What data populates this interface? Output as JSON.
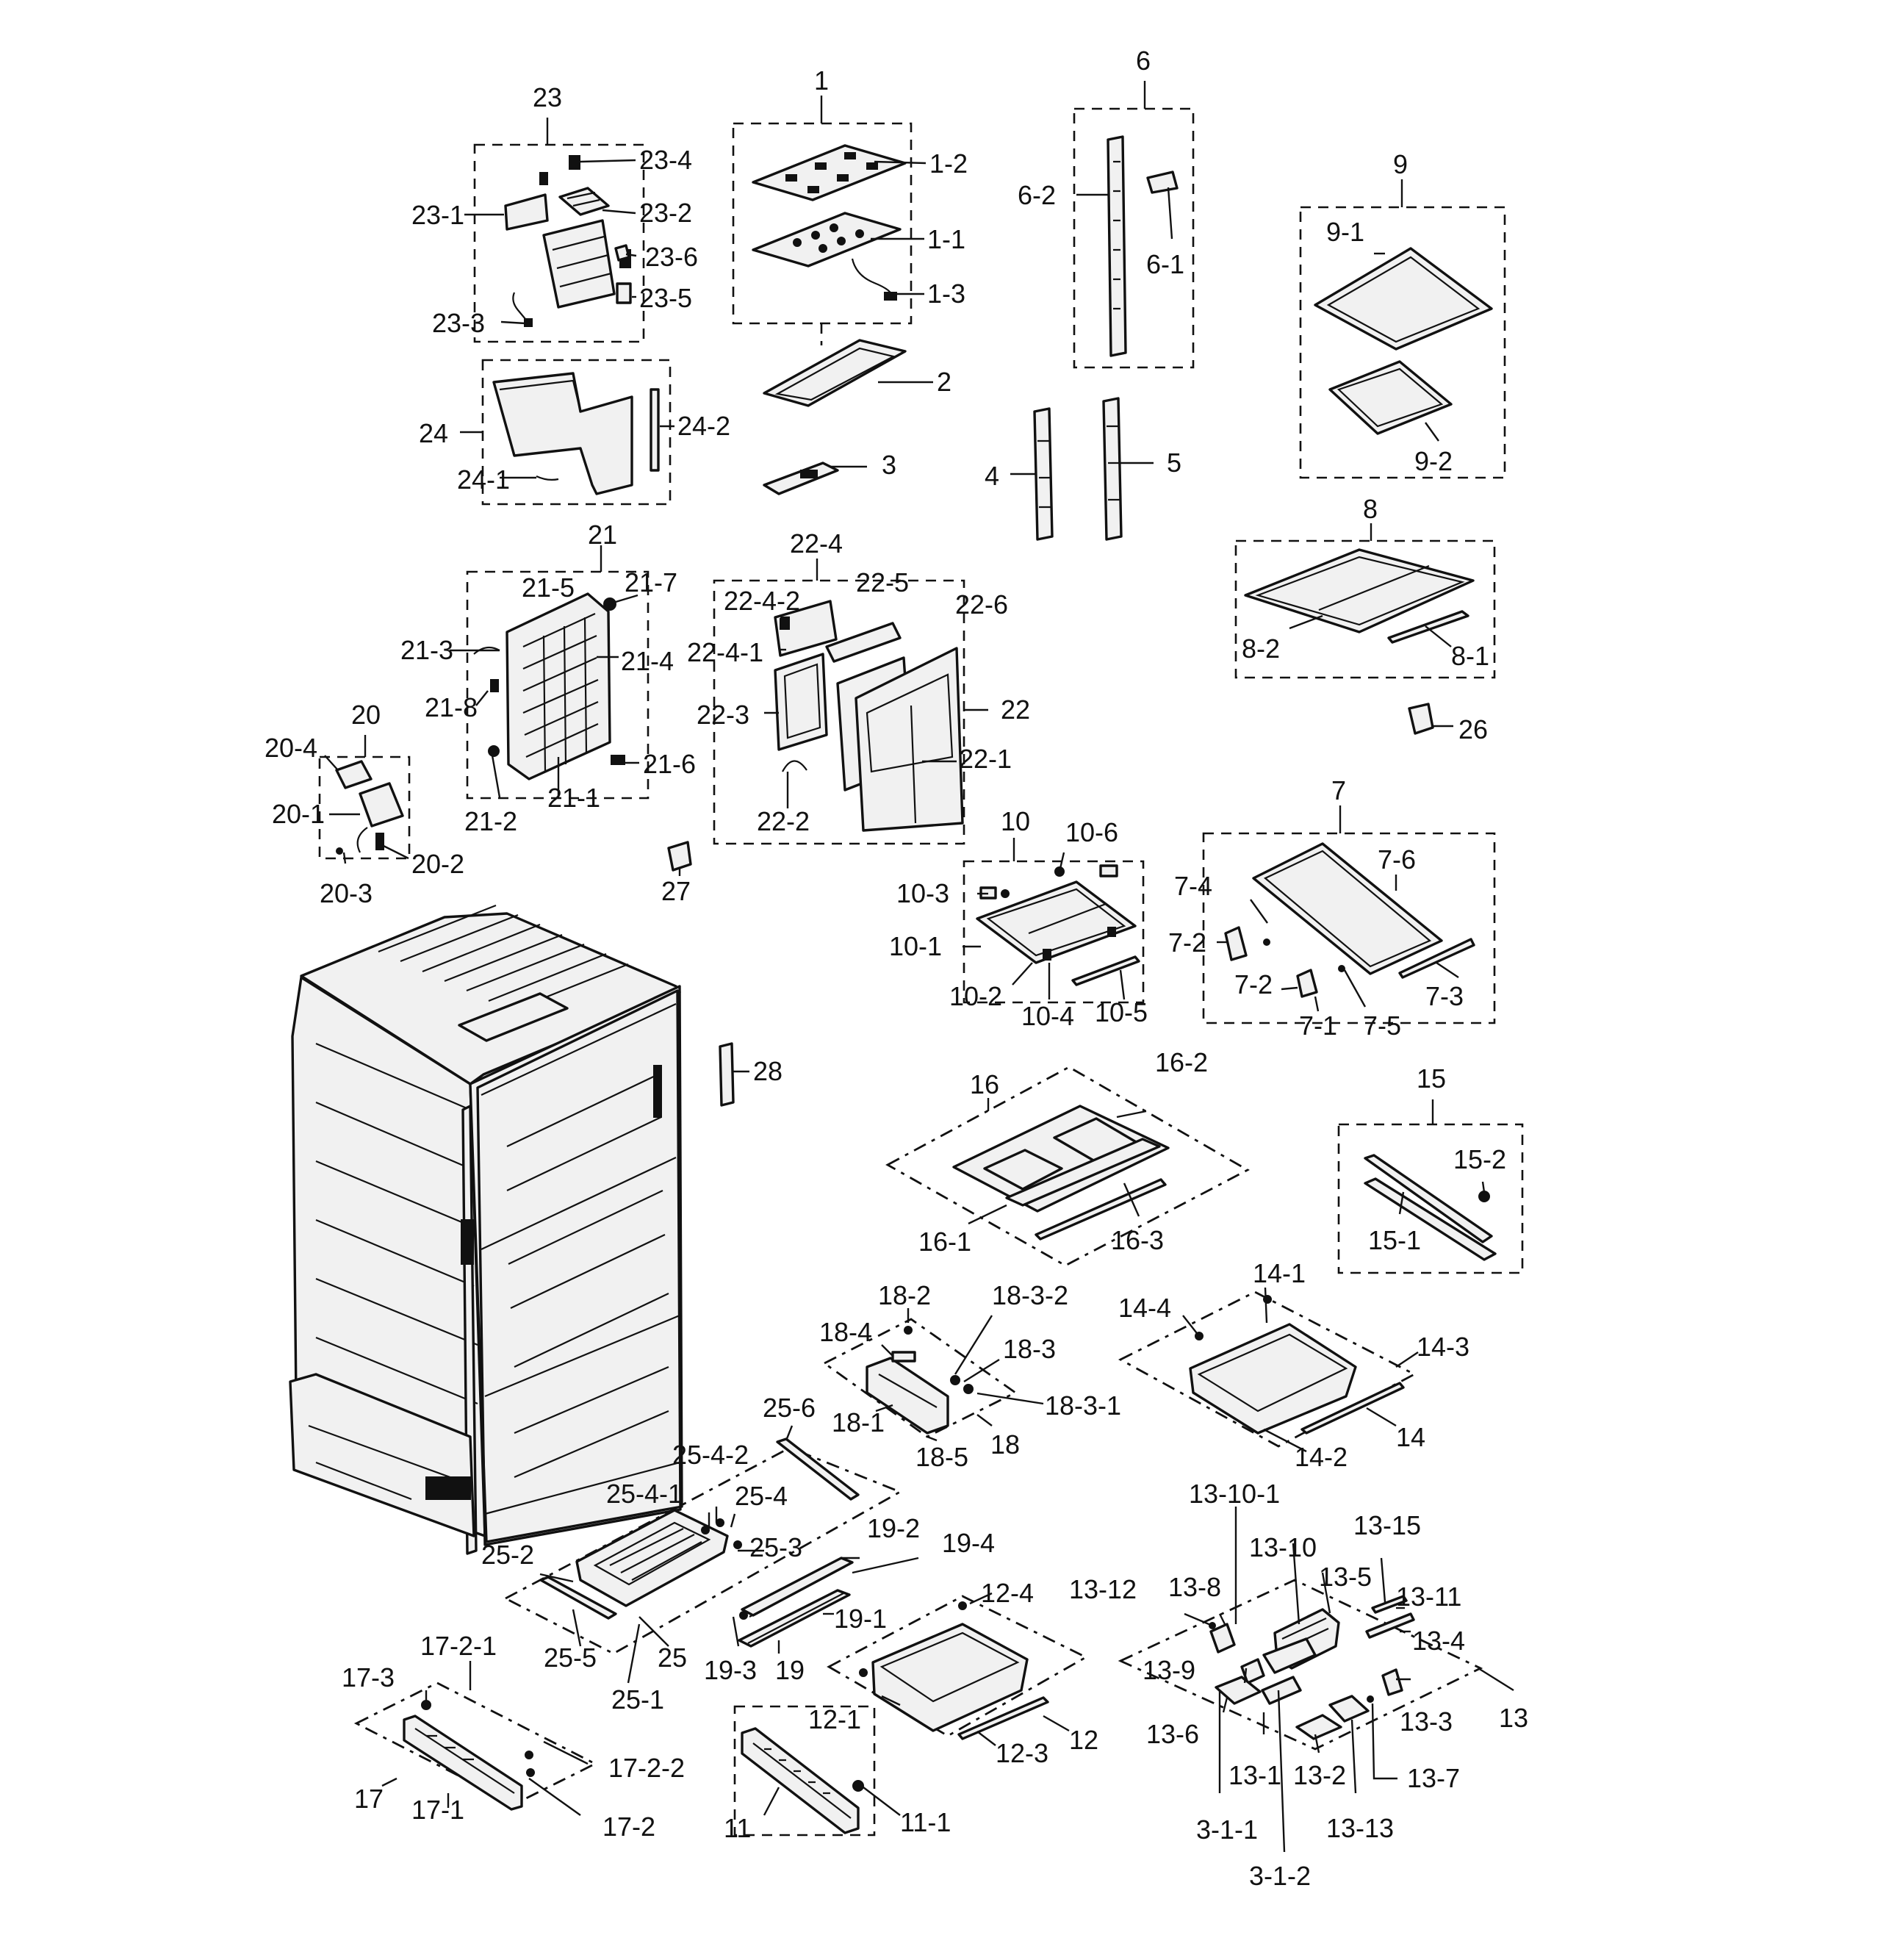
{
  "diagram": {
    "labels": {
      "l23": "23",
      "l23_1": "23-1",
      "l23_2": "23-2",
      "l23_3": "23-3",
      "l23_4": "23-4",
      "l23_5": "23-5",
      "l23_6": "23-6",
      "l24": "24",
      "l24_1": "24-1",
      "l24_2": "24-2",
      "l1": "1",
      "l1_1": "1-1",
      "l1_2": "1-2",
      "l1_3": "1-3",
      "l2": "2",
      "l3": "3",
      "l6": "6",
      "l6_1": "6-1",
      "l6_2": "6-2",
      "l4": "4",
      "l5": "5",
      "l9": "9",
      "l9_1": "9-1",
      "l9_2": "9-2",
      "l8": "8",
      "l8_1": "8-1",
      "l8_2": "8-2",
      "l26": "26",
      "l21": "21",
      "l21_1": "21-1",
      "l21_2": "21-2",
      "l21_3": "21-3",
      "l21_4": "21-4",
      "l21_5": "21-5",
      "l21_6": "21-6",
      "l21_7": "21-7",
      "l21_8": "21-8",
      "l22": "22",
      "l22_1": "22-1",
      "l22_2": "22-2",
      "l22_3": "22-3",
      "l22_4": "22-4",
      "l22_4_1": "22-4-1",
      "l22_4_2": "22-4-2",
      "l22_5": "22-5",
      "l22_6": "22-6",
      "l20": "20",
      "l20_1": "20-1",
      "l20_2": "20-2",
      "l20_3": "20-3",
      "l20_4": "20-4",
      "l27": "27",
      "l10": "10",
      "l10_1": "10-1",
      "l10_2": "10-2",
      "l10_3": "10-3",
      "l10_4": "10-4",
      "l10_5": "10-5",
      "l10_6": "10-6",
      "l7": "7",
      "l7_1": "7-1",
      "l7_2a": "7-2",
      "l7_2b": "7-2",
      "l7_3": "7-3",
      "l7_4": "7-4",
      "l7_5": "7-5",
      "l7_6": "7-6",
      "l28": "28",
      "l16": "16",
      "l16_1": "16-1",
      "l16_2": "16-2",
      "l16_3": "16-3",
      "l15": "15",
      "l15_1": "15-1",
      "l15_2": "15-2",
      "l18_2": "18-2",
      "l18_3_2": "18-3-2",
      "l18_4": "18-4",
      "l18_3": "18-3",
      "l18_1": "18-1",
      "l18_3_1": "18-3-1",
      "l18_5": "18-5",
      "l18": "18",
      "l14_1": "14-1",
      "l14_4": "14-4",
      "l14_3": "14-3",
      "l14": "14",
      "l14_2": "14-2",
      "l25_6": "25-6",
      "l25_4_2": "25-4-2",
      "l25_4_1": "25-4-1",
      "l25_4": "25-4",
      "l25_3": "25-3",
      "l25_2": "25-2",
      "l25_5": "25-5",
      "l25": "25",
      "l25_1": "25-1",
      "l19_2": "19-2",
      "l19_4": "19-4",
      "l19_1": "19-1",
      "l19_3": "19-3",
      "l19": "19",
      "l12_4": "12-4",
      "l12_1": "12-1",
      "l12": "12",
      "l12_3": "12-3",
      "l11": "11",
      "l11_1": "11-1",
      "l17_2_1": "17-2-1",
      "l17_3": "17-3",
      "l17_2_2": "17-2-2",
      "l17": "17",
      "l17_1": "17-1",
      "l17_2": "17-2",
      "l13_10_1": "13-10-1",
      "l13_15": "13-15",
      "l13_10": "13-10",
      "l13_5": "13-5",
      "l13_12": "13-12",
      "l13_8": "13-8",
      "l13_11": "13-11",
      "l13_4": "13-4",
      "l13_9": "13-9",
      "l13_3": "13-3",
      "l13": "13",
      "l13_6": "13-6",
      "l13_1": "13-1",
      "l13_2": "13-2",
      "l13_7": "13-7",
      "l3_1_1": "3-1-1",
      "l13_13": "13-13",
      "l3_1_2": "3-1-2"
    }
  }
}
